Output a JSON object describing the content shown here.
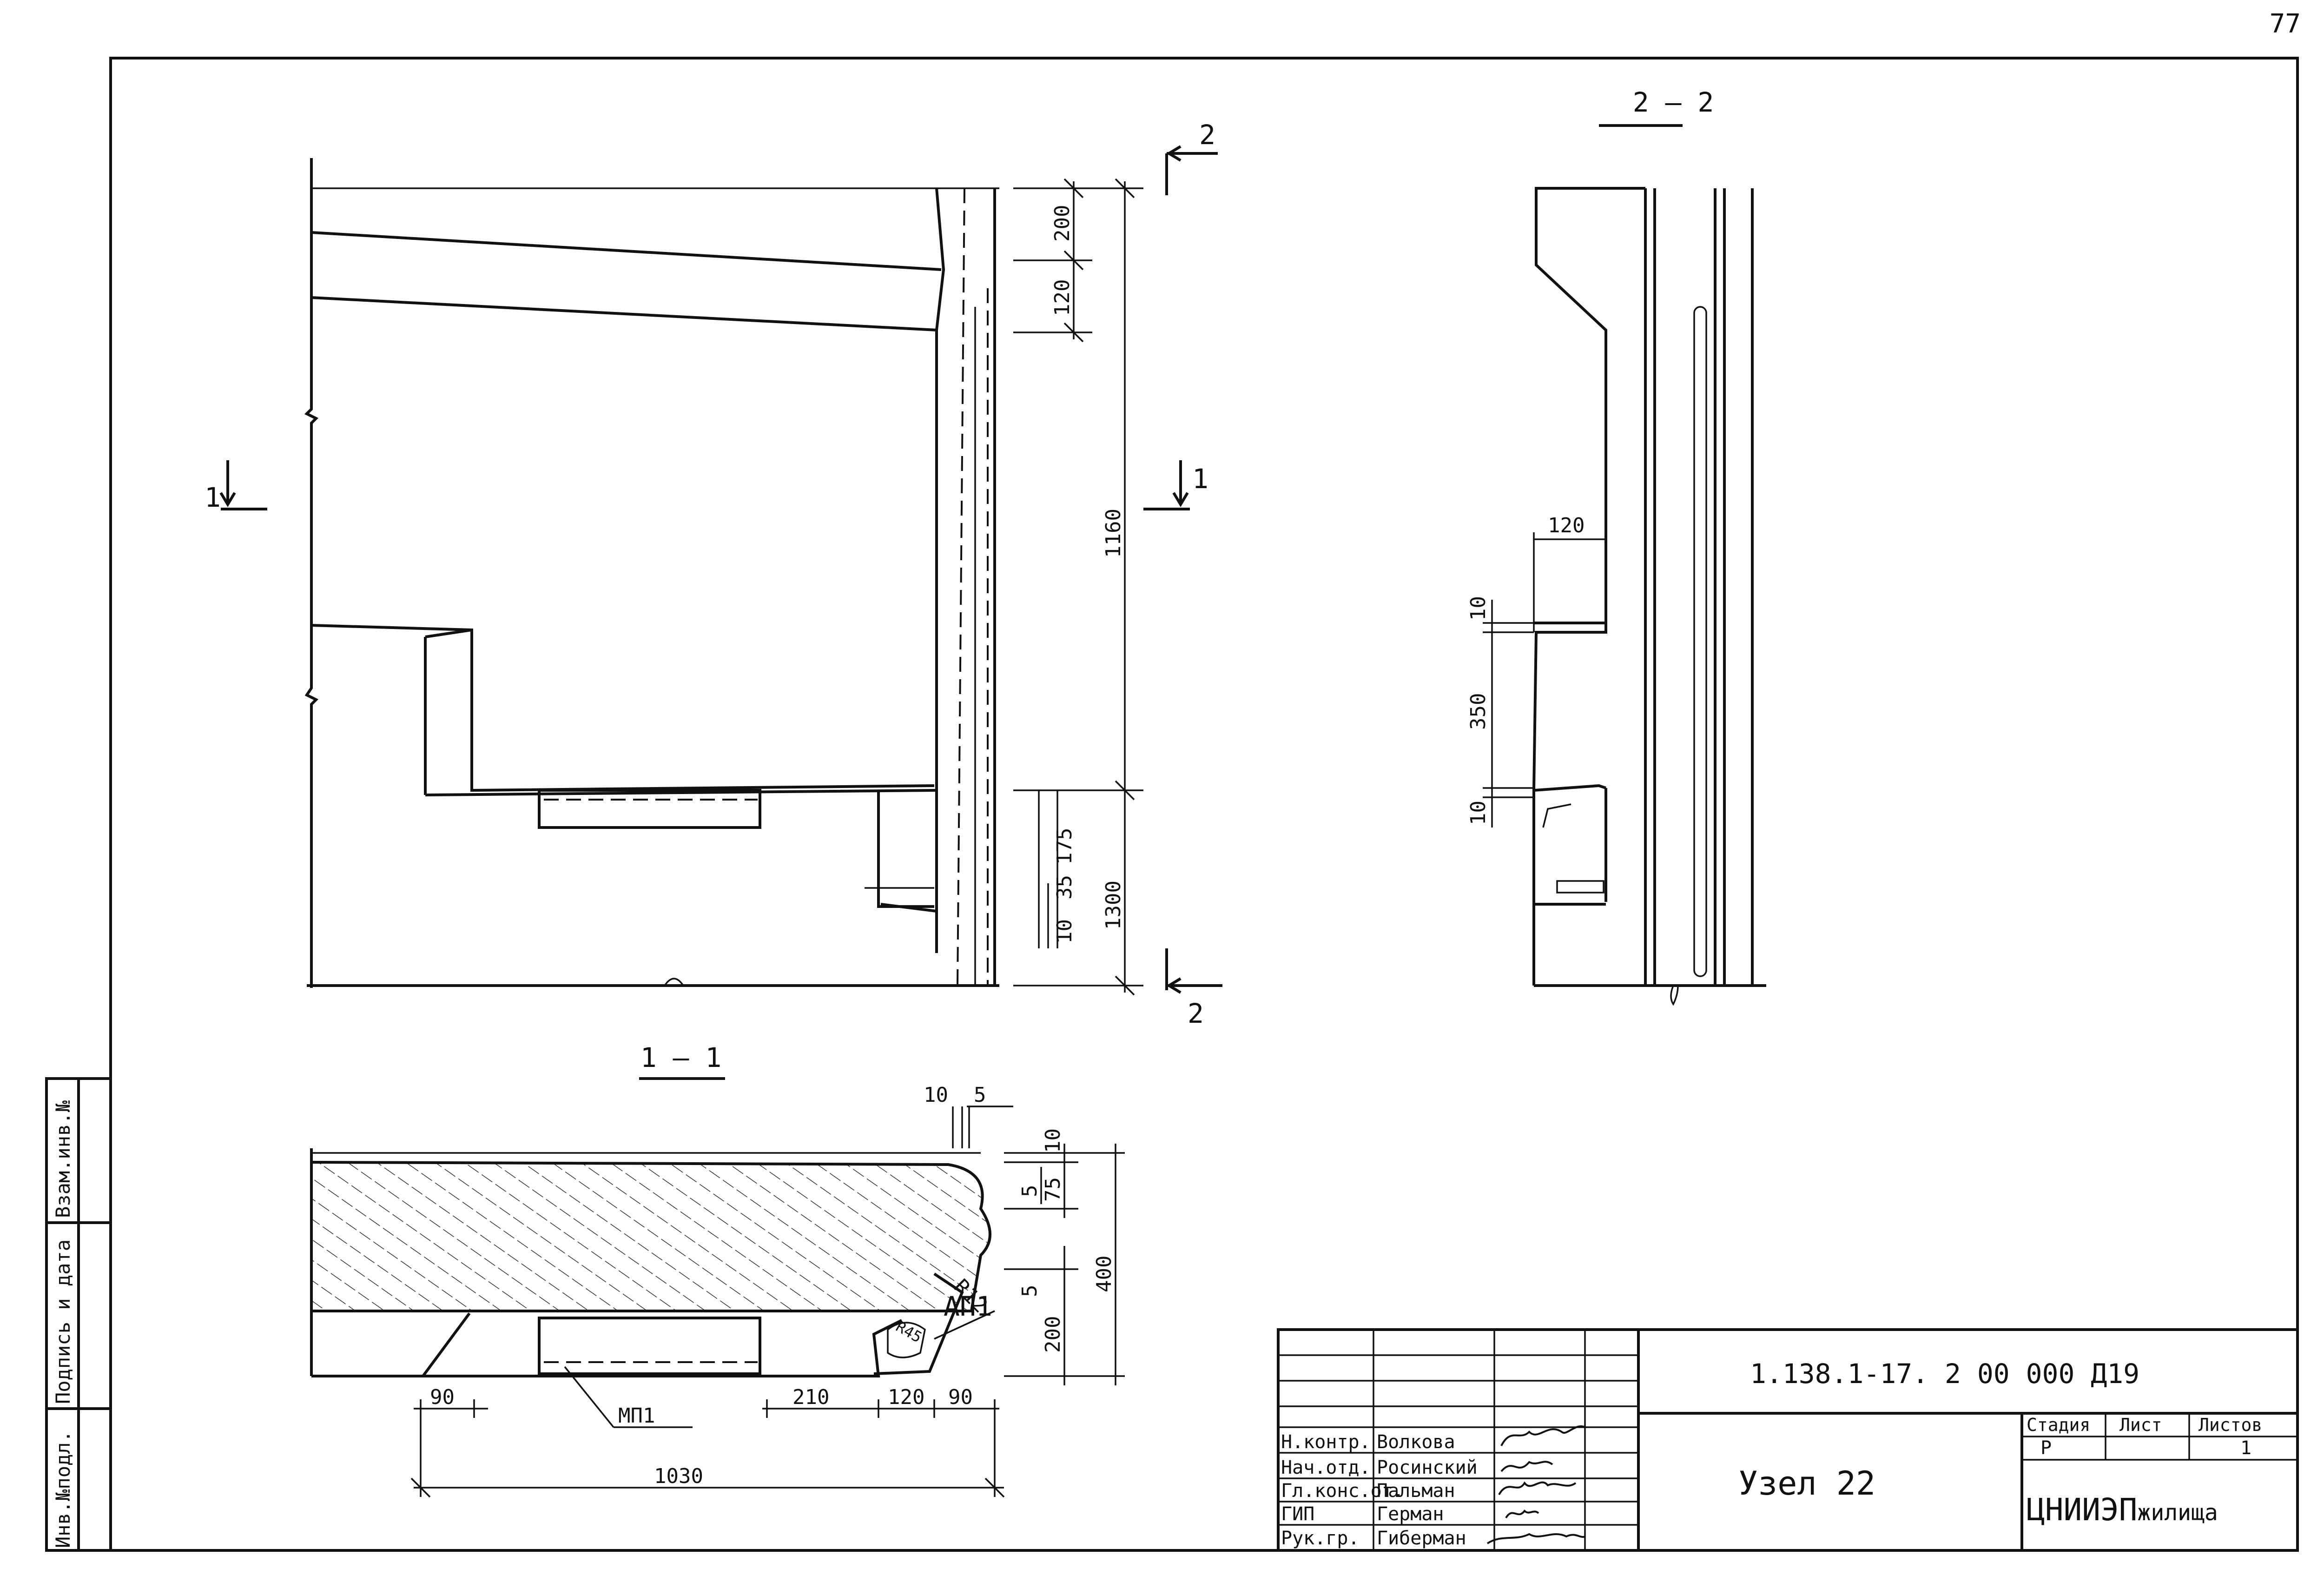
{
  "page_number": "77",
  "side_stamp": {
    "inv_original": "Инв.№подл.",
    "signature_date": "Подпись и дата",
    "replaced_inv": "Взам.инв.№"
  },
  "views": {
    "elevation": {
      "dims_right": [
        "200",
        "120",
        "1160",
        "175",
        "35",
        "10",
        "1300"
      ],
      "section_marks": [
        "1",
        "1",
        "2",
        "2"
      ]
    },
    "section_2_2": {
      "title": "2 – 2",
      "dims": [
        "120",
        "10",
        "350",
        "10"
      ]
    },
    "section_1_1": {
      "title": "1 – 1",
      "dims_top": [
        "10",
        "5",
        "10",
        "5",
        "75",
        "400",
        "5",
        "200"
      ],
      "radii": [
        "R12",
        "R45"
      ],
      "labels": {
        "ap": "АП1",
        "mp": "МП1"
      },
      "dims_bottom": [
        "90",
        "210",
        "120",
        "90",
        "1030"
      ]
    }
  },
  "title_block": {
    "code": "1.138.1-17. 2  00 000  Д19",
    "title": "Узел 22",
    "stage_header": "Стадия",
    "sheet_header": "Лист",
    "sheets_header": "Листов",
    "stage_value": "Р",
    "sheet_value": "",
    "sheets_value": "1",
    "organization": "ЦНИИЭП",
    "organization_suffix": "жилища",
    "signatories": [
      {
        "role": "Н.контр.",
        "name": "Волкова"
      },
      {
        "role": "Нач.отд.",
        "name": "Росинский"
      },
      {
        "role": "Гл.конс.от.",
        "name": "Пальман"
      },
      {
        "role": "ГИП",
        "name": "Герман"
      },
      {
        "role": "Рук.гр.",
        "name": "Гиберман"
      }
    ]
  }
}
